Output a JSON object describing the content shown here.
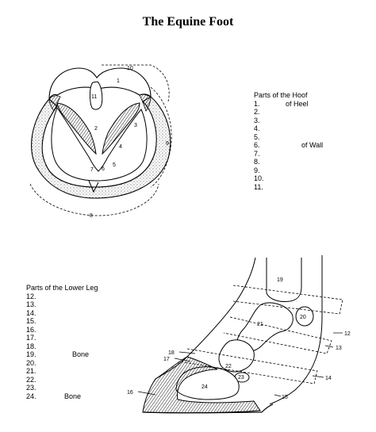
{
  "title": "The Equine Foot",
  "hoof_list": {
    "heading": "Parts of the Hoof",
    "items": [
      {
        "num": "1.",
        "text": "of Heel"
      },
      {
        "num": "2.",
        "text": ""
      },
      {
        "num": "3.",
        "text": ""
      },
      {
        "num": "4.",
        "text": ""
      },
      {
        "num": "5.",
        "text": ""
      },
      {
        "num": "6.",
        "text": "of Wall"
      },
      {
        "num": "7.",
        "text": ""
      },
      {
        "num": "8.",
        "text": ""
      },
      {
        "num": "9.",
        "text": ""
      },
      {
        "num": "10.",
        "text": ""
      },
      {
        "num": "11.",
        "text": ""
      }
    ]
  },
  "leg_list": {
    "heading": "Parts of the Lower Leg",
    "items": [
      {
        "num": "12.",
        "text": ""
      },
      {
        "num": "13.",
        "text": ""
      },
      {
        "num": "14.",
        "text": ""
      },
      {
        "num": "15.",
        "text": ""
      },
      {
        "num": "16.",
        "text": ""
      },
      {
        "num": "17.",
        "text": ""
      },
      {
        "num": "18.",
        "text": ""
      },
      {
        "num": "19.",
        "text": "Bone"
      },
      {
        "num": "20.",
        "text": ""
      },
      {
        "num": "21.",
        "text": ""
      },
      {
        "num": "22.",
        "text": ""
      },
      {
        "num": "23.",
        "text": ""
      },
      {
        "num": "24.",
        "text": "Bone"
      }
    ]
  },
  "hoof_labels": [
    "1",
    "2",
    "3",
    "4",
    "5",
    "6",
    "7",
    "8",
    "9",
    "10",
    "11"
  ],
  "leg_labels": [
    "12",
    "13",
    "14",
    "15",
    "16",
    "17",
    "18",
    "19",
    "20",
    "21",
    "22",
    "23",
    "24"
  ]
}
